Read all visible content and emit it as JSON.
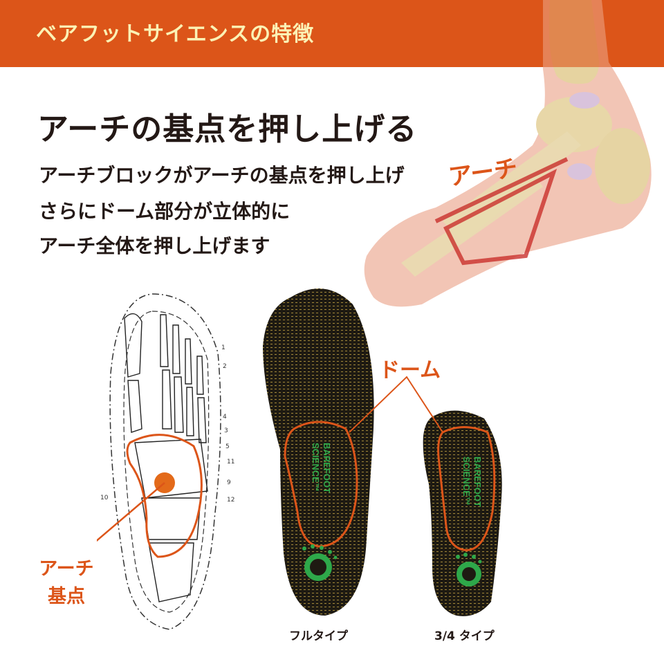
{
  "banner": {
    "title": "ベアフットサイエンスの特徴",
    "bg_color": "#dc5519",
    "text_color": "#fbf2b5"
  },
  "headline": "アーチの基点を押し上げる",
  "body": [
    "アーチブロックがアーチの基点を押し上げ",
    "さらにドーム部分が立体的に",
    "アーチ全体を押し上げます"
  ],
  "illustrations": {
    "foot_anatomy": {
      "label": "アーチ"
    },
    "skeleton_diagram": {
      "callout_line1": "アーチ",
      "callout_line2": "基点",
      "numbers": [
        "1",
        "2",
        "4",
        "3",
        "5",
        "11",
        "9",
        "12",
        "10"
      ]
    },
    "insoles": {
      "dome_label": "ドーム",
      "brand_line1": "BAREFOOT",
      "brand_line2": "SCIENCE",
      "full": {
        "caption": "フルタイプ"
      },
      "three_quarter": {
        "caption": "3/4 タイプ"
      }
    }
  },
  "colors": {
    "accent": "#dc5519",
    "text": "#231815",
    "insole_dark": "#1e1a12",
    "brand_green": "#2ea84a"
  }
}
